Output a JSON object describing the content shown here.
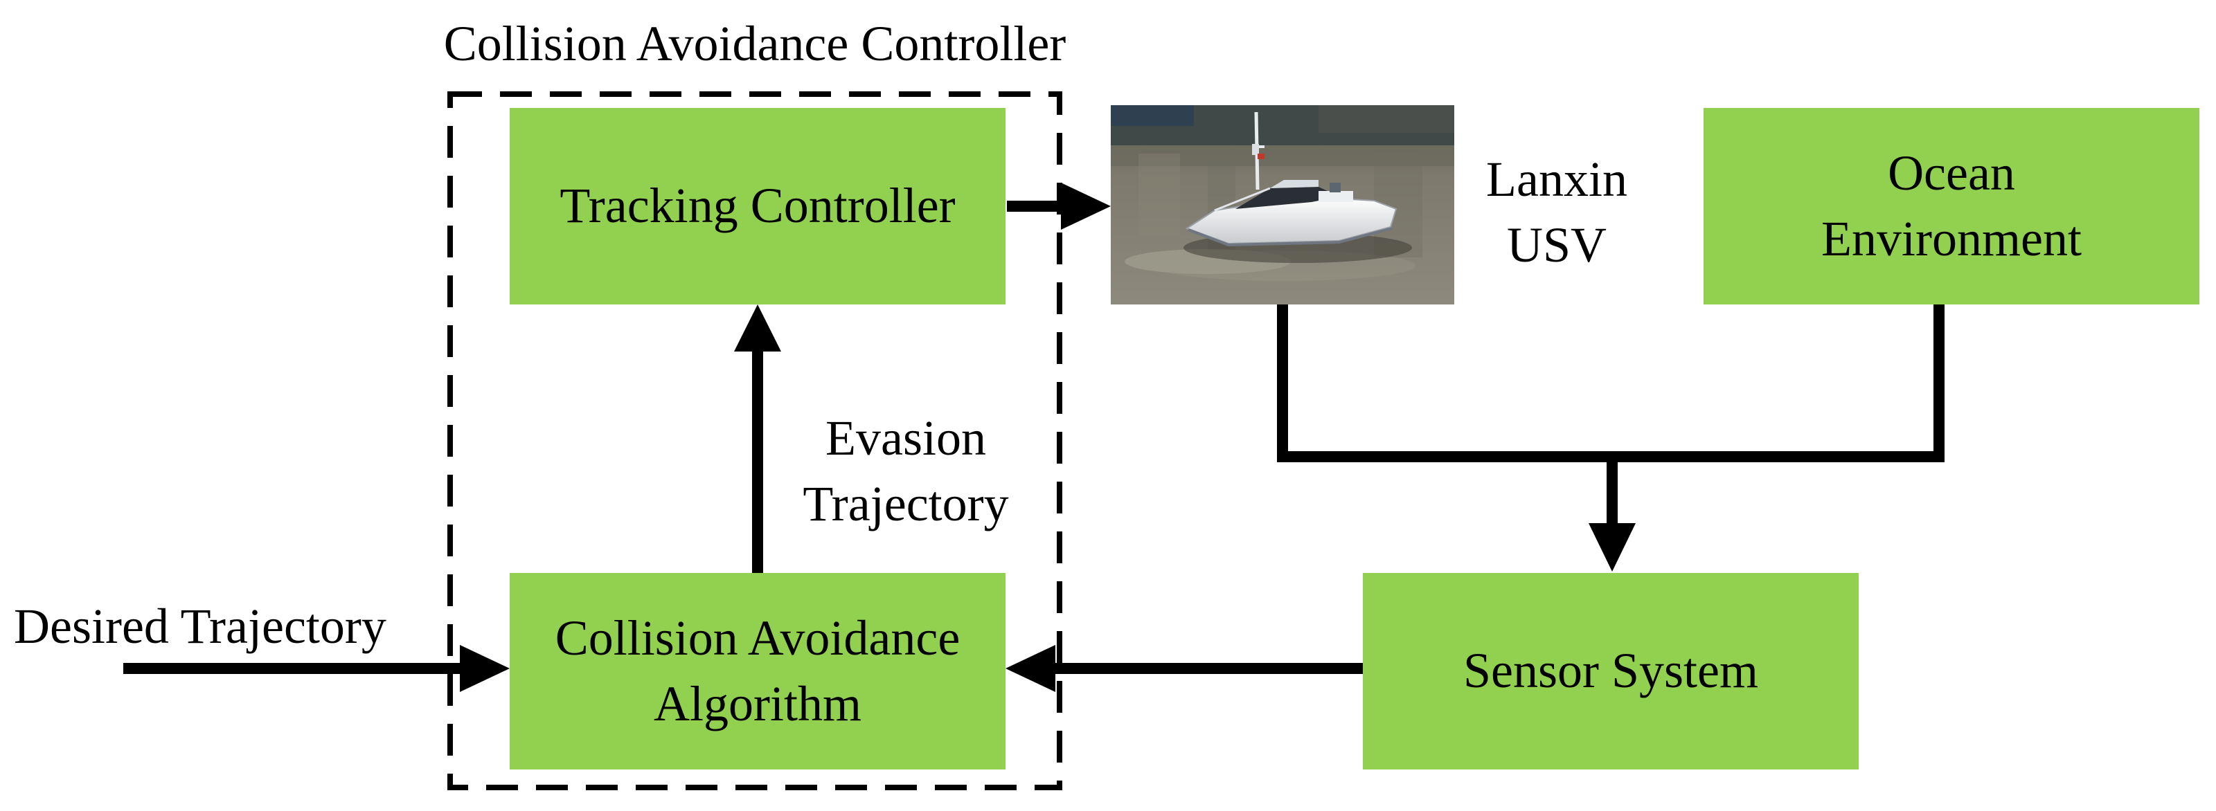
{
  "controller_group": {
    "title": "Collision Avoidance Controller"
  },
  "tracking_controller": {
    "label": "Tracking Controller"
  },
  "collision_avoidance_algorithm": {
    "line1": "Collision Avoidance",
    "line2": "Algorithm"
  },
  "evasion_trajectory": {
    "line1": "Evasion",
    "line2": "Trajectory"
  },
  "desired_trajectory": {
    "label": "Desired Trajectory"
  },
  "usv": {
    "line1": "Lanxin",
    "line2": "USV"
  },
  "ocean_environment": {
    "line1": "Ocean",
    "line2": "Environment"
  },
  "sensor_system": {
    "label": "Sensor System"
  },
  "colors": {
    "box_fill": "#92d050",
    "stroke": "#000000"
  }
}
